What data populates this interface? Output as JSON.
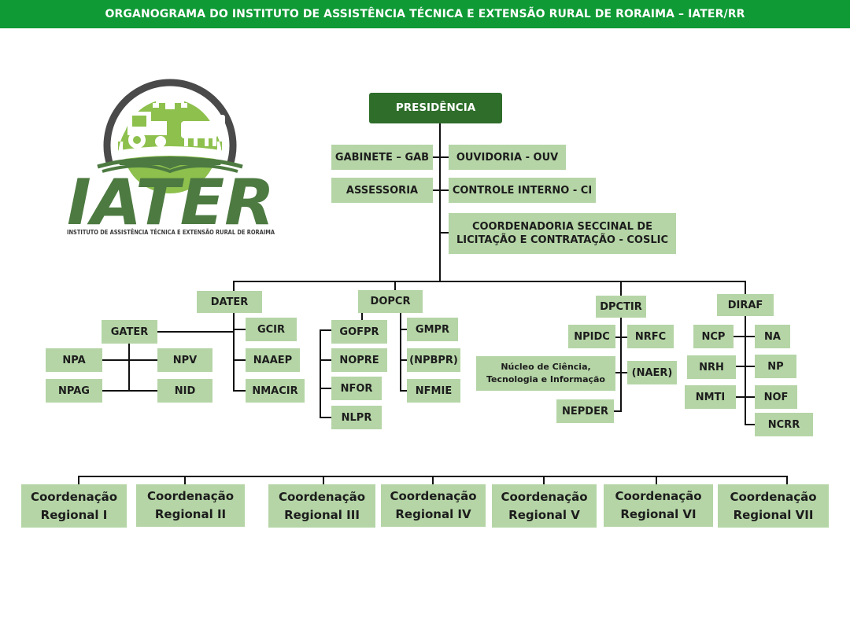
{
  "header": {
    "title": "ORGANOGRAMA DO INSTITUTO DE ASSISTÊNCIA TÉCNICA E EXTENSÃO RURAL DE RORAIMA – IATER/RR"
  },
  "logo": {
    "name": "IATER",
    "subtitle": "INSTITUTO DE ASSISTÊNCIA TÉCNICA E EXTENSÃO RURAL DE RORAIMA"
  },
  "colors": {
    "header_green": "#0f9a35",
    "presidency_green": "#2e6e2a",
    "box_green": "#b5d5a6",
    "logo_green": "#4d7a41",
    "logo_light": "#8dc04d"
  },
  "top": {
    "presidencia": "PRESIDÊNCIA",
    "gabinete": "GABINETE – GAB",
    "ouvidoria": "OUVIDORIA - OUV",
    "assessoria": "ASSESSORIA",
    "controle": "CONTROLE INTERNO - CI",
    "coslic_line1": "COORDENADORIA SECCINAL DE",
    "coslic_line2": "LICITAÇÃO E CONTRATAÇÃO - COSLIC"
  },
  "dater": {
    "name": "DATER",
    "gater": "GATER",
    "gcir": "GCIR",
    "naaep": "NAAEP",
    "nmacir": "NMACIR",
    "npa": "NPA",
    "npv": "NPV",
    "npag": "NPAG",
    "nid": "NID"
  },
  "dopcr": {
    "name": "DOPCR",
    "gofpr": "GOFPR",
    "nopre": "NOPRE",
    "nfor": "NFOR",
    "nlpr": "NLPR",
    "gmpr": "GMPR",
    "npbpr": "(NPBPR)",
    "nfmie": "NFMIE"
  },
  "dpctir": {
    "name": "DPCTIR",
    "npidc": "NPIDC",
    "nrfc": "NRFC",
    "nucleo_line1": "Núcleo de Ciência,",
    "nucleo_line2": "Tecnologia e Informação",
    "naer": "(NAER)",
    "nepder": "NEPDER"
  },
  "diraf": {
    "name": "DIRAF",
    "ncp": "NCP",
    "na": "NA",
    "nrh": "NRH",
    "np": "NP",
    "nmti": "NMTI",
    "nof": "NOF",
    "ncrr": "NCRR"
  },
  "regionais": [
    {
      "line1": "Coordenação",
      "line2": "Regional I"
    },
    {
      "line1": "Coordenação",
      "line2": "Regional II"
    },
    {
      "line1": "Coordenação",
      "line2": "Regional III"
    },
    {
      "line1": "Coordenação",
      "line2": "Regional IV"
    },
    {
      "line1": "Coordenação",
      "line2": "Regional V"
    },
    {
      "line1": "Coordenação",
      "line2": "Regional VI"
    },
    {
      "line1": "Coordenação",
      "line2": "Regional VII"
    }
  ]
}
